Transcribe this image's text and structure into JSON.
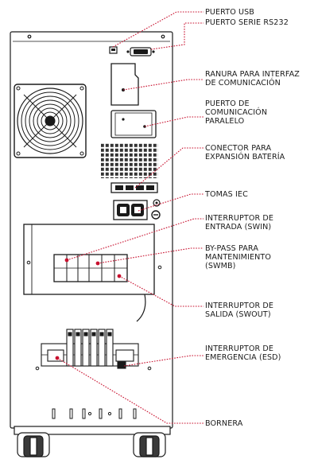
{
  "labels": {
    "usb": [
      "PUERTO USB"
    ],
    "rs232": [
      "PUERTO SERIE RS232"
    ],
    "slot": [
      "RANURA PARA INTERFAZ",
      "DE COMUNICACIÓN"
    ],
    "parallel": [
      "PUERTO DE",
      "COMUNICACIÓN",
      "PARALELO"
    ],
    "battery": [
      "CONECTOR PARA",
      "EXPANSIÓN BATERÍA"
    ],
    "iec": [
      "TOMAS IEC"
    ],
    "swin": [
      "INTERRUPTOR DE",
      "ENTRADA (SWIN)"
    ],
    "swmb": [
      "BY-PASS PARA",
      "MANTENIMIENTO",
      "(SWMB)"
    ],
    "swout": [
      "INTERRUPTOR DE",
      "SALIDA (SWOUT)"
    ],
    "esd": [
      "INTERRUPTOR DE",
      "EMERGENCIA (ESD)"
    ],
    "bornera": [
      "BORNERA"
    ]
  },
  "colors": {
    "leader": "#c8102e",
    "outline": "#1a1a1a",
    "text": "#1a1a1a"
  }
}
